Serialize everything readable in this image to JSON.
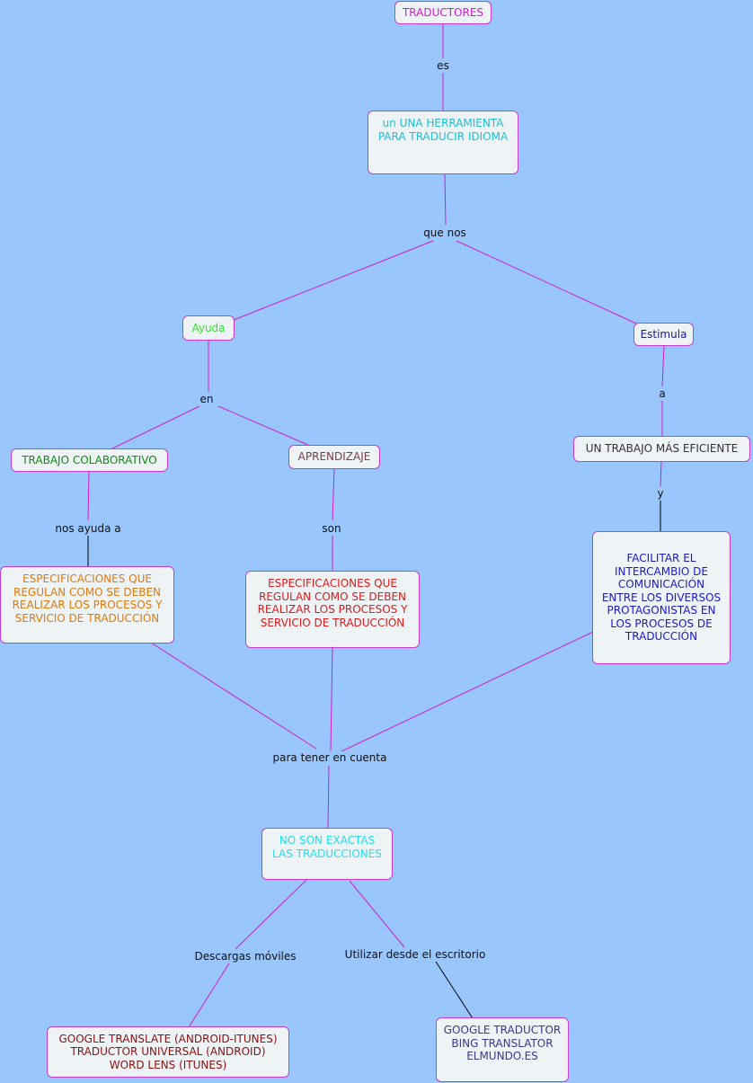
{
  "concepts": {
    "traductores": {
      "text": "TRADUCTORES",
      "color": "#d21ad6"
    },
    "herramienta": {
      "text": "un UNA HERRAMIENTA\nPARA TRADUCIR IDIOMA",
      "color": "#1fbfdc"
    },
    "ayuda": {
      "text": "Ayuda",
      "color": "#33e633"
    },
    "estimula": {
      "text": "Estimula",
      "color": "#1a1a9c"
    },
    "trabajo_colaborativo": {
      "text": "TRABAJO COLABORATIVO",
      "color": "#118a11"
    },
    "aprendizaje": {
      "text": "APRENDIZAJE",
      "color": "#7a3d4d"
    },
    "trabajo_eficiente": {
      "text": "UN TRABAJO MÁS EFICIENTE",
      "color": "#333333"
    },
    "especificaciones_1": {
      "text": "ESPECIFICACIONES QUE\nREGULAN COMO SE DEBEN\nREALIZAR LOS PROCESOS Y\nSERVICIO DE TRADUCCIÓN",
      "color": "#e07a10"
    },
    "especificaciones_2": {
      "text": "ESPECIFICACIONES QUE\nREGULAN COMO SE DEBEN\nREALIZAR LOS PROCESOS Y\nSERVICIO DE TRADUCCIÓN",
      "color": "#e01a1a"
    },
    "facilitar": {
      "text": "FACILITAR EL\nINTERCAMBIO DE\nCOMUNICACIÓN\nENTRE LOS DIVERSOS\nPROTAGONISTAS EN\nLOS PROCESOS DE\nTRADUCCIÓN",
      "color": "#1a1acc"
    },
    "no_exactas": {
      "text": "NO SON EXACTAS\nLAS TRADUCCIONES",
      "color": "#22e0ee"
    },
    "google_translate": {
      "text": "GOOGLE TRANSLATE (ANDROID-ITUNES)\nTRADUCTOR UNIVERSAL (ANDROID)\nWORD LENS (ITUNES)",
      "color": "#8a1010"
    },
    "google_traductor": {
      "text": "GOOGLE TRADUCTOR\nBING TRANSLATOR\nELMUNDO.ES",
      "color": "#3a3a8a"
    }
  },
  "links": {
    "es": "es",
    "que_nos": "que nos",
    "en": "en",
    "a": "a",
    "nos_ayuda_a": "nos ayuda a",
    "son": "son",
    "y": "y",
    "para_tener_en_cuenta": "para tener en cuenta",
    "descargas_moviles": "Descargas móviles",
    "utilizar_escritorio": "Utilizar desde el escritorio"
  },
  "colors": {
    "background": "#98c6fd",
    "link_line": "#d21ad6",
    "link_line_dark": "#000000",
    "node_border": "#c63ad6",
    "node_fill": "#eef3f6"
  }
}
